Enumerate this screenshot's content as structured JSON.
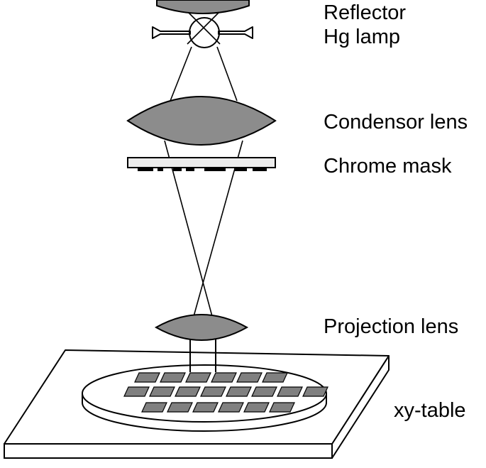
{
  "labels": {
    "reflector": "Reflector",
    "lamp": "Hg lamp",
    "condensor": "Condensor lens",
    "mask": "Chrome mask",
    "projection": "Projection lens",
    "table": "xy-table"
  },
  "colors": {
    "lens_fill": "#8c8c8c",
    "die_fill": "#808080",
    "mask_fill": "#ececec",
    "chrome": "#000000",
    "line": "#000000",
    "surface": "#ffffff"
  },
  "wafer": {
    "dies_per_row": [
      6,
      8,
      6
    ]
  }
}
